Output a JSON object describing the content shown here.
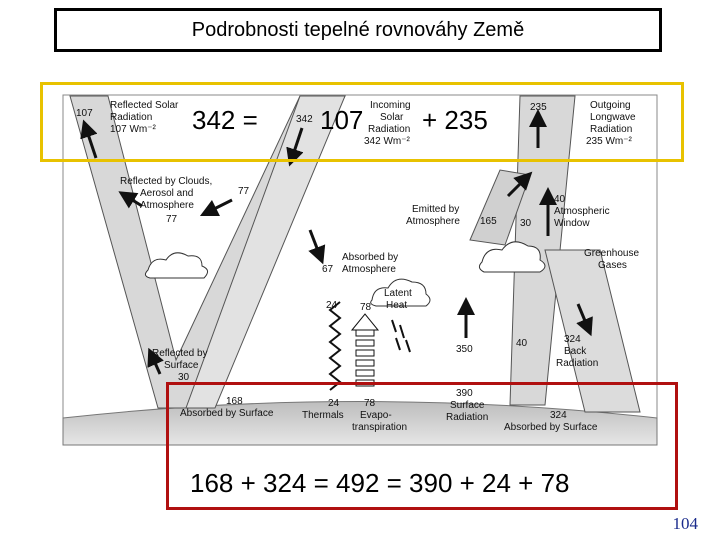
{
  "title": "Podrobnosti tepelné rovnováhy Země",
  "equation_top": {
    "left": "342 =",
    "middle": "107",
    "right": "+ 235"
  },
  "equation_bottom": "168 + 324 = 492 = 390 + 24 + 78",
  "page_number": "104",
  "colors": {
    "yellow_frame": "#e8c200",
    "red_frame": "#b01010",
    "page_number": "#1a2b8c",
    "band_fill": "#d8d8d8",
    "surface": "#c8c8c8"
  },
  "diagram": {
    "labels": {
      "reflected_solar_value": "107",
      "reflected_solar_l1": "Reflected Solar",
      "reflected_solar_l2": "Radiation",
      "reflected_solar_l3": "107 Wm⁻²",
      "incoming_solar_value": "342",
      "incoming_l1": "Incoming",
      "incoming_l2": "Solar",
      "incoming_l3": "Radiation",
      "incoming_l4": "342 Wm⁻²",
      "outgoing_value": "235",
      "outgoing_l1": "Outgoing",
      "outgoing_l2": "Longwave",
      "outgoing_l3": "Radiation",
      "outgoing_l4": "235 Wm⁻²",
      "reflected_clouds_l1": "Reflected by Clouds,",
      "reflected_clouds_l2": "Aerosol and",
      "reflected_clouds_l3": "Atmosphere",
      "reflected_clouds_value_a": "77",
      "reflected_clouds_value_b": "77",
      "emitted_atm_l1": "Emitted by",
      "emitted_atm_l2": "Atmosphere",
      "emitted_atm_value": "165",
      "window_value_30": "30",
      "window_value_40": "40",
      "window_l1": "Atmospheric",
      "window_l2": "Window",
      "greenhouse_l1": "Greenhouse",
      "greenhouse_l2": "Gases",
      "absorbed_atm_l1": "Absorbed by",
      "absorbed_atm_l2": "Atmosphere",
      "absorbed_atm_value": "67",
      "latent_l1": "Latent",
      "latent_l2": "Heat",
      "thermals_value_top": "24",
      "latent_value_top": "78",
      "value_350": "350",
      "value_40_lower": "40",
      "back_value": "324",
      "back_l1": "Back",
      "back_l2": "Radiation",
      "reflected_surface_l1": "Reflected by",
      "reflected_surface_l2": "Surface",
      "reflected_surface_value": "30",
      "surface_absorbed_value": "168",
      "surface_absorbed_label": "Absorbed by Surface",
      "thermals_value": "24",
      "thermals_label": "Thermals",
      "evapo_value": "78",
      "evapo_l1": "Evapo-",
      "evapo_l2": "transpiration",
      "surface_rad_value": "390",
      "surface_rad_l1": "Surface",
      "surface_rad_l2": "Radiation",
      "back_absorbed_value": "324",
      "back_absorbed_label": "Absorbed by Surface"
    }
  }
}
